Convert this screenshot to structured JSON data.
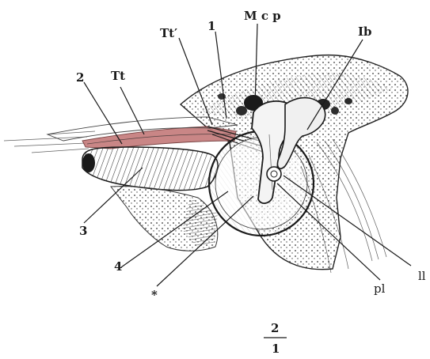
{
  "labels": {
    "tt_prime": "Tt′",
    "one": "1",
    "mcp": "M c p",
    "ib": "Ib",
    "two": "2",
    "tt": "Tt",
    "three": "3",
    "four": "4",
    "star": "*",
    "pl": "pl",
    "ll": "ll"
  },
  "scale": {
    "numerator": "2",
    "denominator": "1"
  },
  "colors": {
    "tendon": "#c47a7a",
    "ink": "#1e1e1e",
    "background": "#ffffff"
  }
}
